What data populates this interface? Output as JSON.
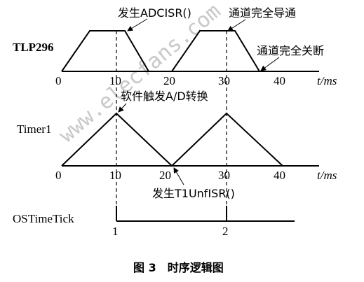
{
  "diagram": {
    "title": "图 3　时序逻辑图",
    "unit_label": "t/ms",
    "watermark": "www.elecfans.com"
  },
  "tlp296": {
    "label": "TLP296",
    "ticks": [
      "0",
      "10",
      "20",
      "30",
      "40"
    ],
    "annotations": {
      "adcisr": "发生ADCISR()",
      "fully_on": "通道完全导通",
      "fully_off": "通道完全关断"
    }
  },
  "timer1": {
    "label": "Timer1",
    "ticks": [
      "0",
      "10",
      "20",
      "30",
      "40"
    ],
    "annotations": {
      "ad_trigger": "软件触发A/D转换",
      "t1unf": "发生T1UnfISR()"
    }
  },
  "ostick": {
    "label": "OSTimeTick",
    "ticks": [
      "1",
      "2"
    ]
  },
  "colors": {
    "line": "#000000",
    "watermark": "#c8c8c8"
  }
}
